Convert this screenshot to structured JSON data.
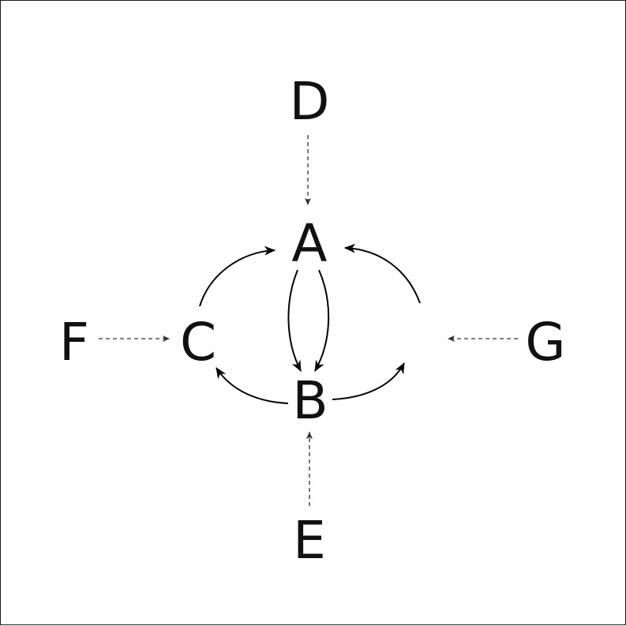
{
  "diagram": {
    "nodes": [
      {
        "id": "D",
        "label": "D"
      },
      {
        "id": "A",
        "label": "A"
      },
      {
        "id": "F",
        "label": "F"
      },
      {
        "id": "C",
        "label": "C"
      },
      {
        "id": "G",
        "label": "G"
      },
      {
        "id": "B",
        "label": "B"
      },
      {
        "id": "E",
        "label": "E"
      }
    ],
    "edges": [
      {
        "from": "D",
        "to": "A",
        "style": "dashed"
      },
      {
        "from": "F",
        "to": "C",
        "style": "dashed"
      },
      {
        "from": "G",
        "to": "hidden",
        "style": "dashed"
      },
      {
        "from": "E",
        "to": "B",
        "style": "dashed"
      },
      {
        "from": "C",
        "to": "A",
        "style": "solid"
      },
      {
        "from": "hidden",
        "to": "A",
        "style": "solid"
      },
      {
        "from": "A",
        "to": "B",
        "style": "solid"
      },
      {
        "from": "A",
        "to": "B",
        "style": "solid"
      },
      {
        "from": "B",
        "to": "C",
        "style": "solid"
      },
      {
        "from": "B",
        "to": "hidden",
        "style": "solid"
      }
    ]
  }
}
